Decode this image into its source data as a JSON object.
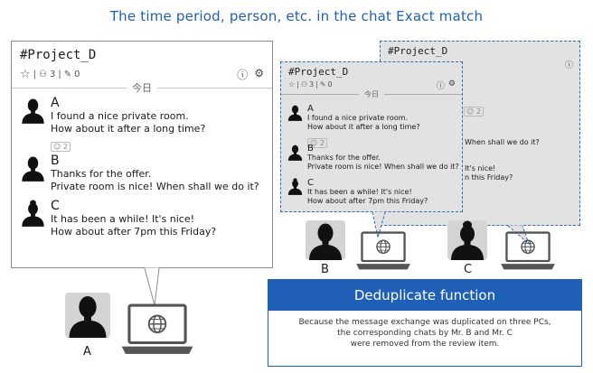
{
  "headline": "The time period, person, etc. in the chat Exact match",
  "chat": {
    "title": "#Project_D",
    "members": "3",
    "pins": "0",
    "divider": "今日",
    "messages": [
      {
        "name": "A",
        "lines": [
          "I found a nice private room.",
          "How about it after a long time?"
        ],
        "reaction": "2"
      },
      {
        "name": "B",
        "lines": [
          "Thanks for the offer.",
          "Private room is nice! When shall we do it?"
        ]
      },
      {
        "name": "C",
        "lines": [
          "It has been a while! It's nice!",
          "How about after 7pm this Friday?"
        ]
      }
    ]
  },
  "chat_c_fragments": {
    "line1": "When shall we do it?",
    "line2": "It's nice!",
    "line3": "n this Friday?"
  },
  "people": {
    "a": "A",
    "b": "B",
    "c": "C"
  },
  "dedupe": {
    "title": "Deduplicate function",
    "body": [
      "Because the message exchange was duplicated on three PCs,",
      "the corresponding chats by Mr. B and Mr. C",
      "were removed from the review item."
    ]
  },
  "colors": {
    "accent": "#1f5fb8",
    "panel_gray": "#e2e2e2"
  }
}
